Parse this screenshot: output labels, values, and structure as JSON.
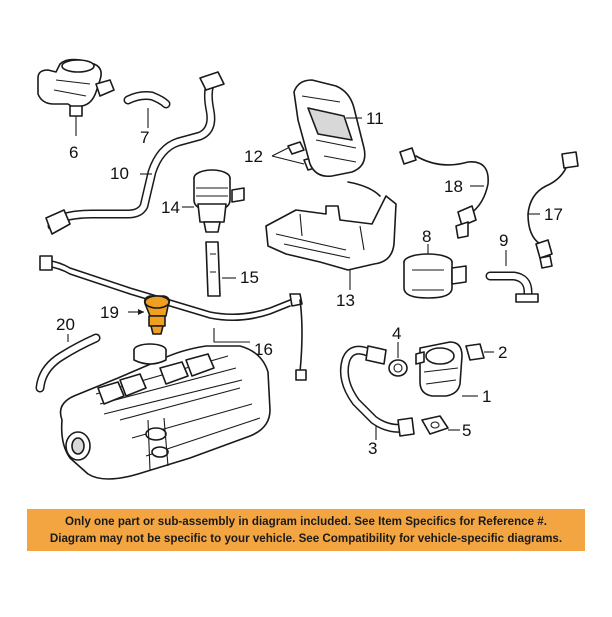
{
  "callouts": {
    "c1": "1",
    "c2": "2",
    "c3": "3",
    "c4": "4",
    "c5": "5",
    "c6": "6",
    "c7": "7",
    "c8": "8",
    "c9": "9",
    "c10": "10",
    "c11": "11",
    "c12": "12",
    "c13": "13",
    "c14": "14",
    "c15": "15",
    "c16": "16",
    "c17": "17",
    "c18": "18",
    "c19": "19",
    "c20": "20"
  },
  "highlighted_part": "19",
  "colors": {
    "highlight": "#f0a020",
    "notice_background": "#f2a541"
  },
  "notice": {
    "line1": "Only one part or sub-assembly in diagram included. See Item Specifics for Reference #.",
    "line2": "Diagram may not be specific to your vehicle. See Compatibility for vehicle-specific diagrams."
  }
}
